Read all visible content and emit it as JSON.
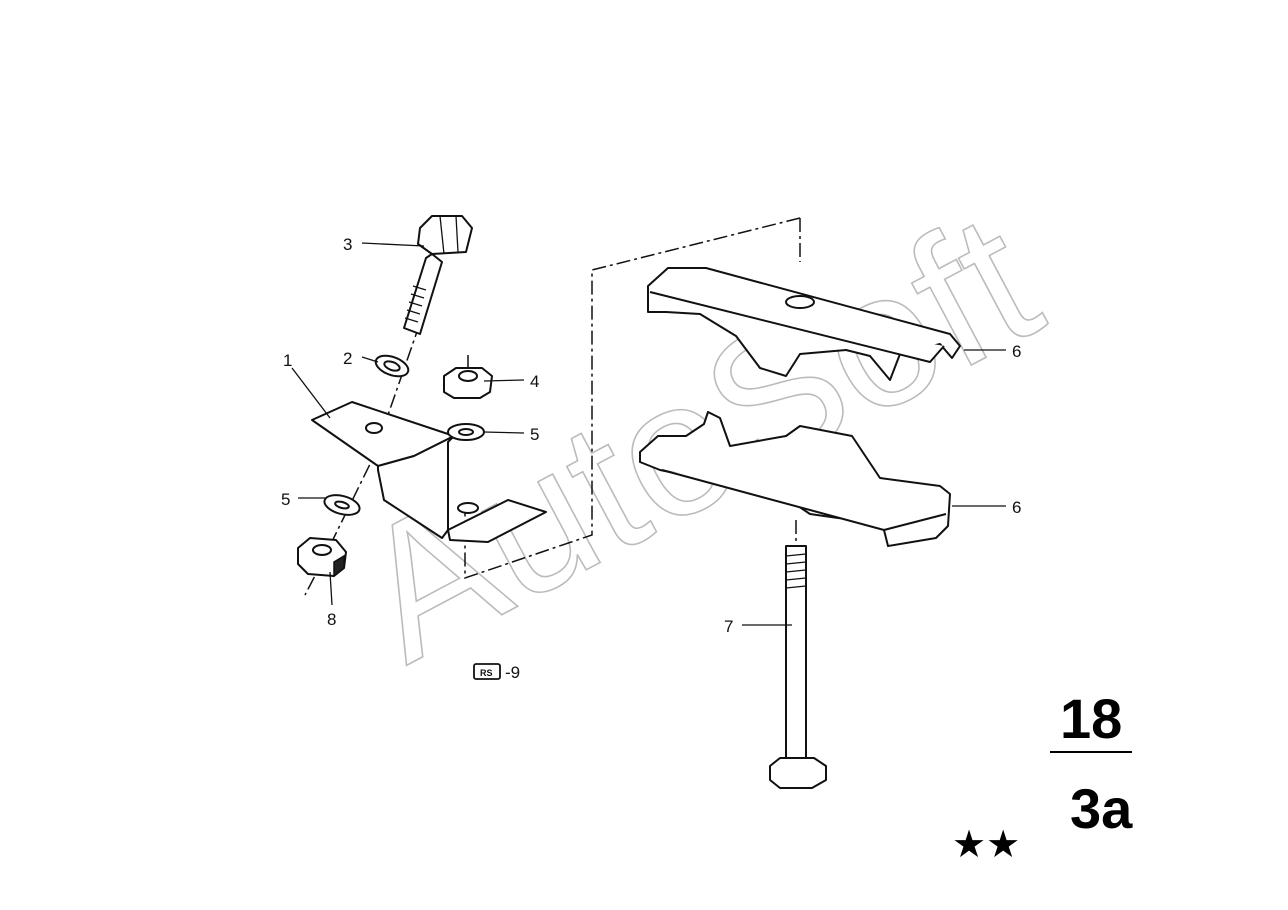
{
  "callouts": {
    "c1": "1",
    "c2": "2",
    "c3": "3",
    "c4": "4",
    "c5a": "5",
    "c5b": "5",
    "c6a": "6",
    "c6b": "6",
    "c7": "7",
    "c8": "8"
  },
  "reference": {
    "box_text": "RS",
    "suffix": "-9"
  },
  "group_number": {
    "main": "18",
    "sub": "3a"
  },
  "stars": "★★",
  "watermark": "AutoSoft",
  "parts": [
    {
      "id": "1",
      "icon": "bracket-icon"
    },
    {
      "id": "2",
      "icon": "washer-icon"
    },
    {
      "id": "3",
      "icon": "hex-bolt-icon"
    },
    {
      "id": "4",
      "icon": "hex-nut-icon"
    },
    {
      "id": "5",
      "icon": "spring-washer-icon"
    },
    {
      "id": "6",
      "icon": "pipe-clamp-icon"
    },
    {
      "id": "7",
      "icon": "long-bolt-icon"
    },
    {
      "id": "8",
      "icon": "hex-nut-icon"
    }
  ]
}
